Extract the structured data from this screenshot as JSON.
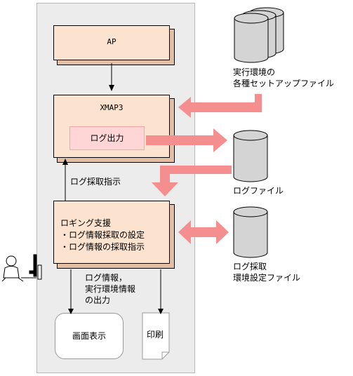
{
  "nodes": {
    "ap": "AP",
    "xmap3": "XMAP3",
    "log_output": "ログ出力",
    "logging_support": "ロギング支援",
    "logging_item1": "・ログ情報採取の設定",
    "logging_item2": "・ログ情報の採取指示",
    "screen_display": "画面表示",
    "print": "印刷"
  },
  "files": {
    "setup_file_line1": "実行環境の",
    "setup_file_line2": "各種セットアップファイル",
    "log_file": "ログファイル",
    "log_env_line1": "ログ採取",
    "log_env_line2": "環境設定ファイル"
  },
  "edges": {
    "log_collect_instruction": "ログ採取指示",
    "output_line1": "ログ情報，",
    "output_line2": "実行環境情報",
    "output_line3": "の出力"
  },
  "colors": {
    "panel": "#ececec",
    "box_fill": "#fbe3cf",
    "sub_fill": "#ffd6d6",
    "arrow": "#f58f8f",
    "cylinder": "#d4d4d4"
  }
}
